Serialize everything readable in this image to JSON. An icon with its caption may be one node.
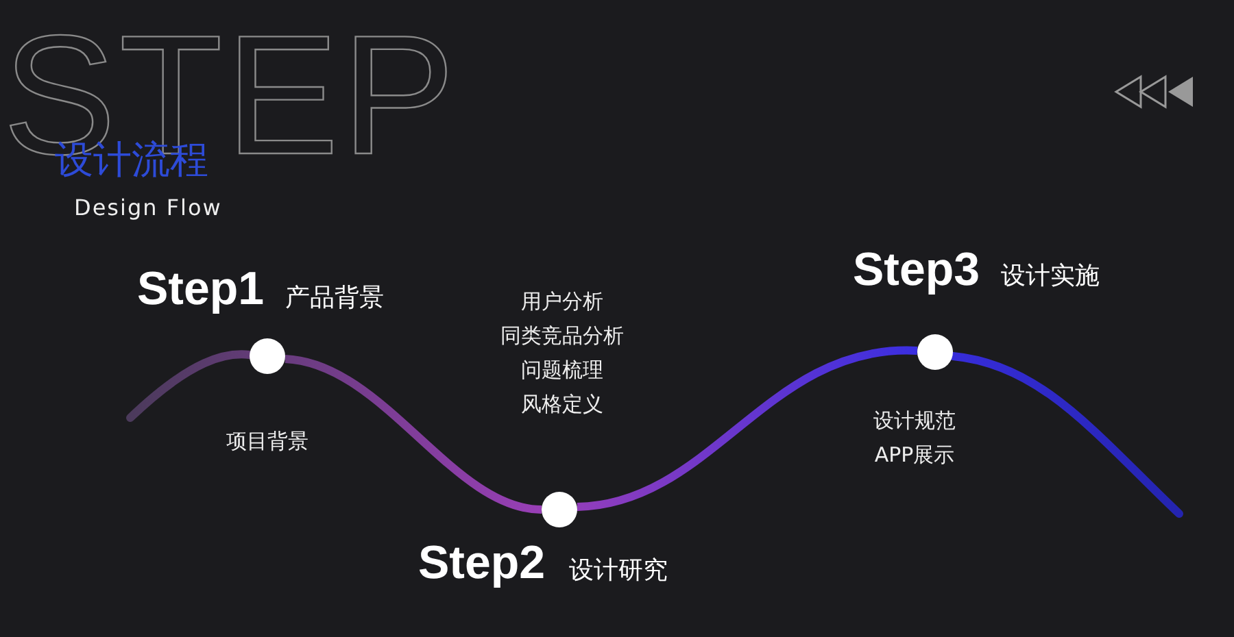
{
  "diagram": {
    "title": "设计流程",
    "nodes": [
      {
        "text": [],
        "shape": "circle",
        "beside": [
          "Step1",
          "产品背景",
          "项目背景"
        ]
      },
      {
        "text": [],
        "shape": "circle",
        "beside": [
          "Step2",
          "设计研究",
          "用户分析",
          "同类竞品分析",
          "问题梳理",
          "风格定义"
        ]
      },
      {
        "text": [],
        "shape": "circle",
        "beside": [
          "Step3",
          "设计实施",
          "设计规范",
          "APP展示"
        ]
      }
    ],
    "edges": [
      {
        "from": 0,
        "to": 1,
        "arrow": "none"
      },
      {
        "from": 1,
        "to": 2,
        "arrow": "none"
      }
    ],
    "labels": [
      "STEP",
      "Design Flow"
    ]
  }
}
